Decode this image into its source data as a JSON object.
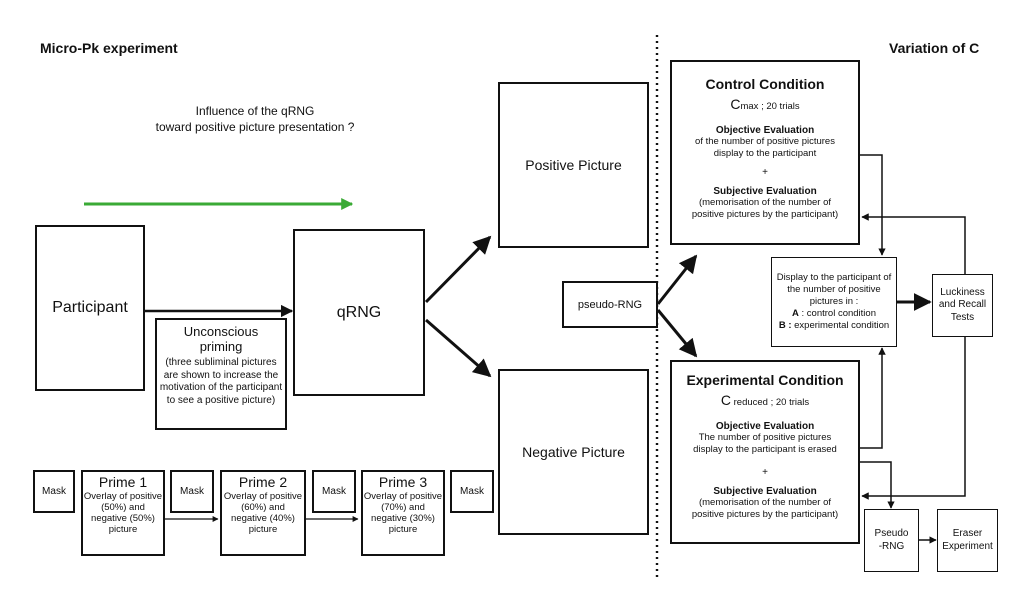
{
  "headings": {
    "left": "Micro-Pk experiment",
    "right": "Variation of C"
  },
  "question": "Influence of the qRNG\ntoward positive picture presentation ?",
  "nodes": {
    "participant": "Participant",
    "qrng": "qRNG",
    "priming_title": "Unconscious\npriming",
    "priming_desc": "(three subliminal pictures\nare shown to increase the\nmotivation of the participant\nto see a positive picture)",
    "positive_picture": "Positive Picture",
    "negative_picture": "Negative Picture",
    "pseudo_rng": "pseudo-RNG",
    "display_text": "Display to the participant of\nthe number of positive\npictures in :",
    "display_a_key": "A",
    "display_a_text": " : control condition",
    "display_b_key": "B :",
    "display_b_text": " experimental condition",
    "luckiness": "Luckiness\nand Recall\nTests",
    "pseudo_rng_2": "Pseudo\n-RNG",
    "eraser": "Eraser\nExperiment"
  },
  "sequence": {
    "mask": "Mask",
    "primes": [
      {
        "title": "Prime 1",
        "desc": "Overlay of positive\n(50%) and\nnegative (50%)\npicture"
      },
      {
        "title": "Prime 2",
        "desc": "Overlay of positive\n(60%) and\nnegative (40%)\npicture"
      },
      {
        "title": "Prime 3",
        "desc": "Overlay of positive\n(70%) and\nnegative (30%)\npicture"
      }
    ]
  },
  "control": {
    "title": "Control Condition",
    "param_c": "C",
    "param_sub": "max ; 20 trials",
    "obj_title": "Objective Evaluation",
    "obj_desc": "of the number of positive pictures\ndisplay to the participant",
    "plus": "+",
    "subj_title": "Subjective Evaluation",
    "subj_desc": "(memorisation of the number of\npositive pictures by the participant)"
  },
  "experimental": {
    "title": "Experimental Condition",
    "param_c": "C",
    "param_sub": " reduced ; 20 trials",
    "obj_title": "Objective Evaluation",
    "obj_desc": "The number of positive pictures\ndisplay to the participant is erased",
    "plus": "+",
    "subj_title": "Subjective Evaluation",
    "subj_desc": "(memorisation of the number of\npositive pictures by the participant)"
  },
  "colors": {
    "accent_arrow": "#3aaa35",
    "line": "#111111"
  }
}
